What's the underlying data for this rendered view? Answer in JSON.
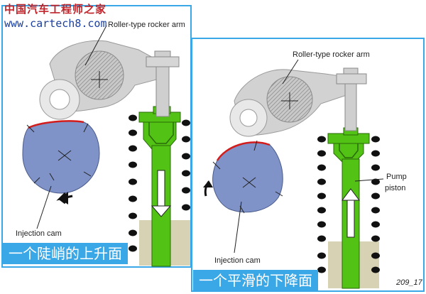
{
  "watermark": {
    "site_name": "中国汽车工程师之家",
    "site_url": "www.cartech8.com"
  },
  "left_panel": {
    "rocker_label": "Roller-type rocker arm",
    "cam_label": "Injection cam",
    "caption": "一个陡峭的上升面"
  },
  "right_panel": {
    "rocker_label": "Roller-type rocker arm",
    "cam_label": "Injection cam",
    "pump_label_line1": "Pump",
    "pump_label_line2": "piston",
    "caption": "一个平滑的下降面"
  },
  "figure_number": "209_17",
  "colors": {
    "cam": "#7f93c8",
    "piston": "#52c214",
    "rocker": "#d2d2d2",
    "spring": "#111111",
    "cam_profile": "#d31c1c",
    "panel_border": "#3aa7e6",
    "caption_bg": "#3aa7e6"
  }
}
